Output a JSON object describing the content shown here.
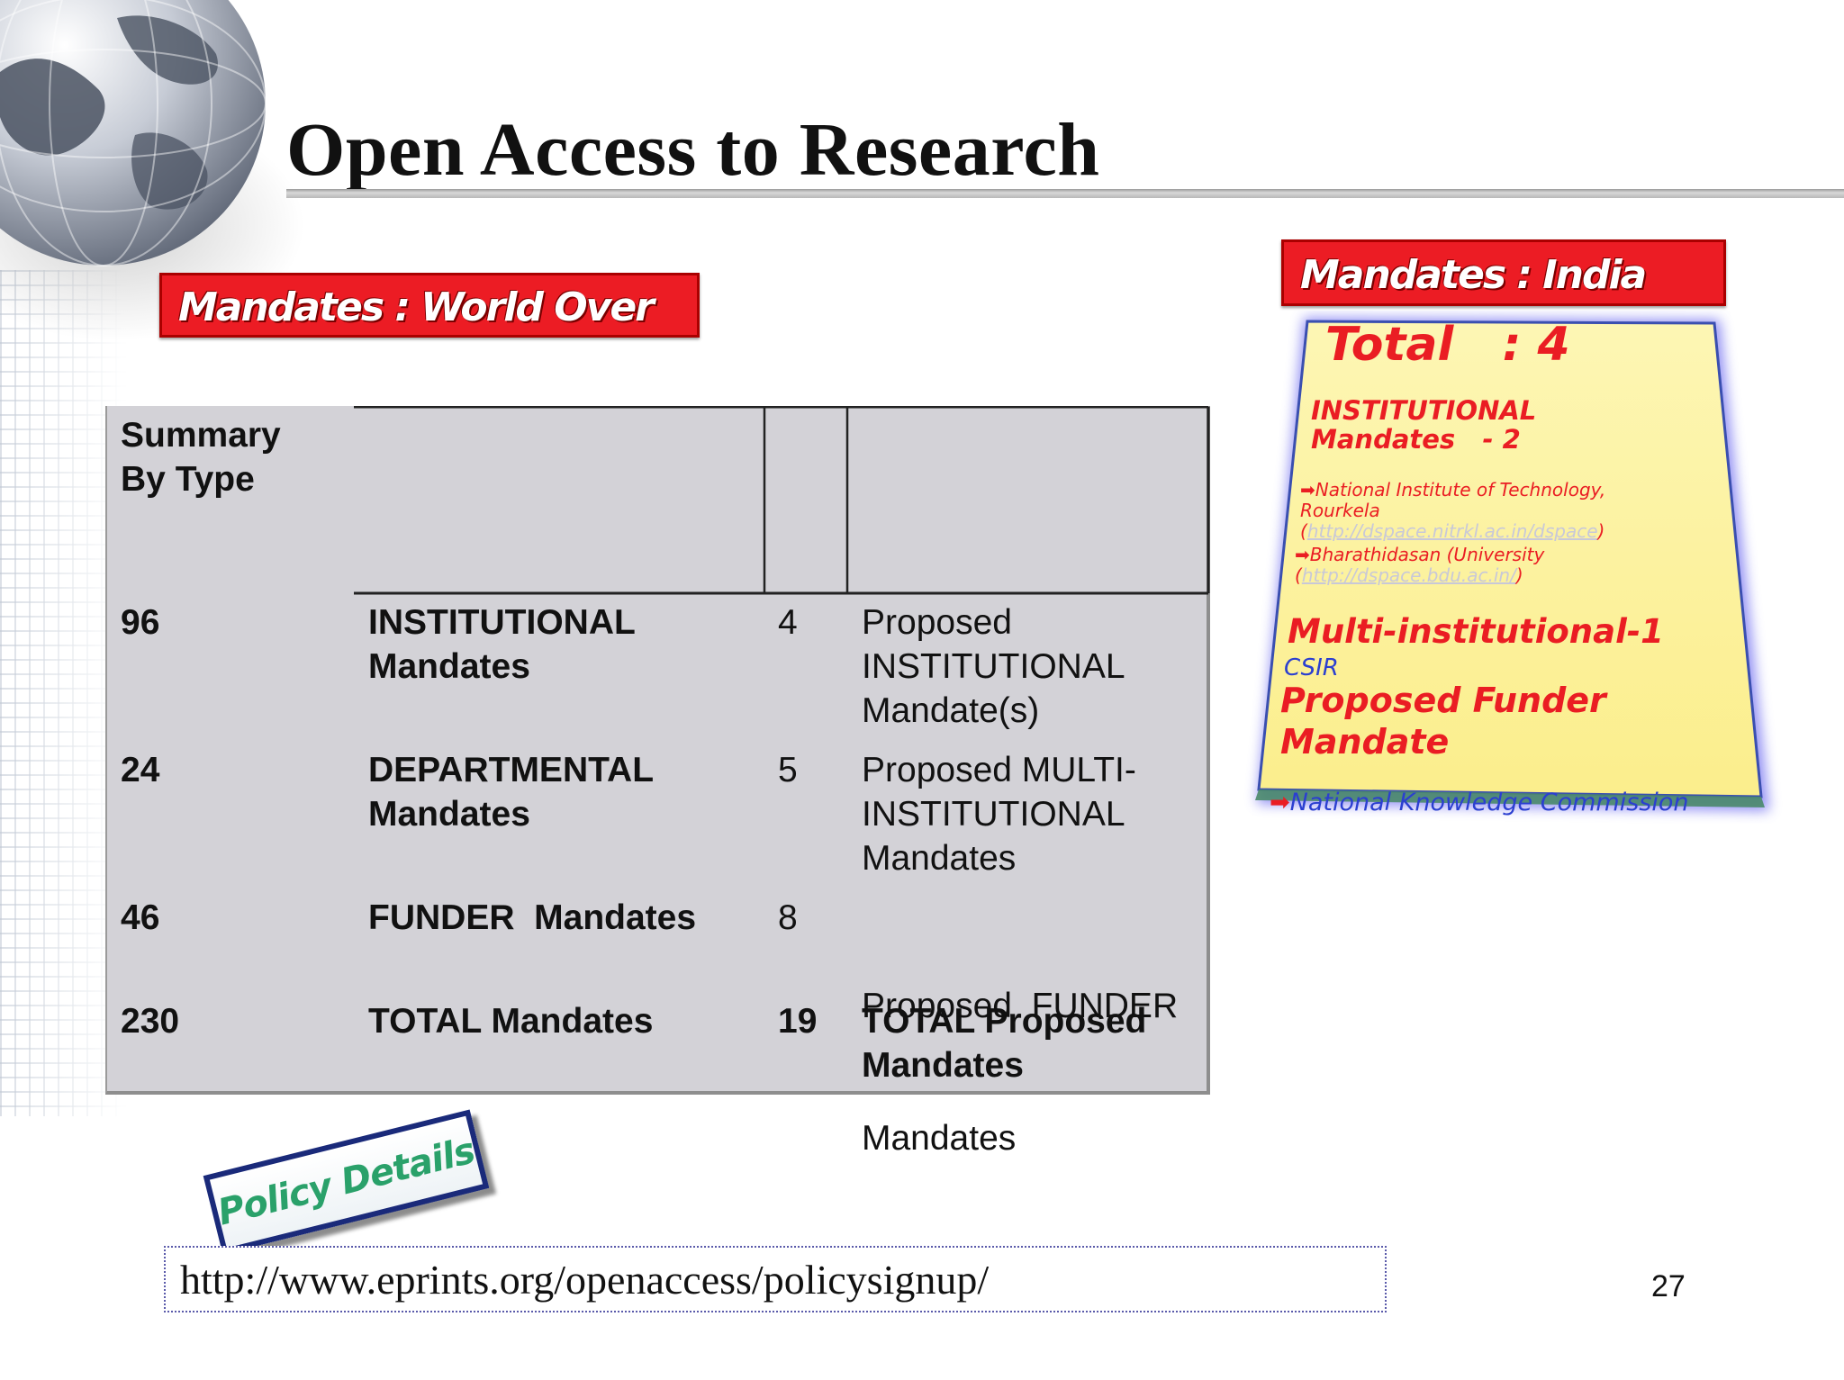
{
  "slide": {
    "title": "Open Access to Research",
    "page_number": "27",
    "url": "http://www.eprints.org/openaccess/policysignup/",
    "policy_button": "Policy Details"
  },
  "world": {
    "label": "Mandates : World Over",
    "table": {
      "header": [
        "Summary",
        "By Type"
      ],
      "rows": [
        {
          "count": "96",
          "type": [
            "INSTITUTIONAL",
            "Mandates"
          ],
          "proposed": "4",
          "proposed_label": [
            "Proposed",
            "INSTITUTIONAL",
            "Mandate(s)"
          ]
        },
        {
          "count": "24",
          "type": [
            "DEPARTMENTAL",
            "Mandates"
          ],
          "proposed": "5",
          "proposed_label": [
            "Proposed MULTI-",
            "INSTITUTIONAL",
            "Mandates"
          ]
        },
        {
          "count": "46",
          "type": [
            "FUNDER  Mandates"
          ],
          "proposed": "8",
          "proposed_label": [
            "Proposed  FUNDER",
            "Mandates"
          ]
        },
        {
          "count": "230",
          "type": [
            "TOTAL Mandates"
          ],
          "proposed": "19",
          "proposed_label": [
            "TOTAL Proposed",
            "Mandates"
          ]
        }
      ]
    }
  },
  "india": {
    "label": "Mandates : India",
    "total": "Total   : 4",
    "institutional": [
      "INSTITUTIONAL",
      "Mandates   - 2"
    ],
    "items": [
      {
        "name": [
          "National Institute of Technology,",
          "Rourkela"
        ],
        "link": "http://dspace.nitrkl.ac.in/dspace"
      },
      {
        "name": [
          "Bharathidasan (University"
        ],
        "link": "http://dspace.bdu.ac.in/"
      }
    ],
    "multi": "Multi-institutional-1",
    "multi_item": "CSIR",
    "funder": [
      "Proposed Funder",
      "Mandate"
    ],
    "funder_item": "National Knowledge Commission"
  },
  "colors": {
    "red": "#ec1c24",
    "panel_yellow": "#fcf3a0",
    "table_gray": "#d3d2d7",
    "policy_green": "#2aa16a"
  }
}
